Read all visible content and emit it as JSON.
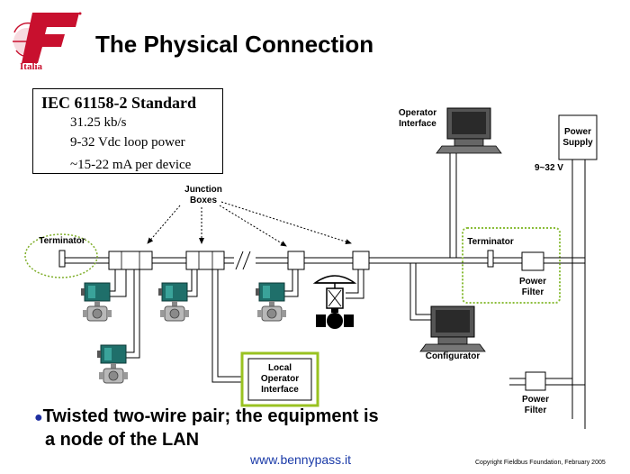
{
  "slide": {
    "title": "The Physical Connection",
    "logo_text": "Italia",
    "standard": {
      "title": "IEC 61158-2 Standard",
      "lines": [
        "31.25 kb/s",
        "9-32 Vdc loop power",
        "~15-22 mA per device"
      ]
    },
    "labels": {
      "operator_interface": [
        "Operator",
        "Interface"
      ],
      "power_supply": [
        "Power",
        "Supply"
      ],
      "voltage": "9~32 V",
      "junction_boxes": [
        "Junction",
        "Boxes"
      ],
      "terminator_left": "Terminator",
      "terminator_right": "Terminator",
      "power_filter_main": [
        "Power",
        "Filter"
      ],
      "power_filter_lower": [
        "Power",
        "Filter"
      ],
      "configurator": "Configurator",
      "local_operator_interface": [
        "Local",
        "Operator",
        "Interface"
      ]
    },
    "bullet": [
      "Twisted two-wire pair; the equipment is",
      "a node of the LAN"
    ],
    "website": "www.bennypass.it",
    "copyright": "Copyright Fieldbus Foundation, February 2005"
  },
  "colors": {
    "logo_red": "#c8102e",
    "transmitter_teal": "#1f6f6a",
    "highlight_green": "#99c221",
    "dotted_green": "#8bbd3a",
    "dotted_oval": "#7fae2a",
    "link_blue": "#1a3aa8",
    "bullet_blue": "#1f2fa0"
  },
  "icons": [
    "logo-icon",
    "computer-icon",
    "transmitter-icon",
    "control-valve-icon",
    "bullet-icon"
  ]
}
